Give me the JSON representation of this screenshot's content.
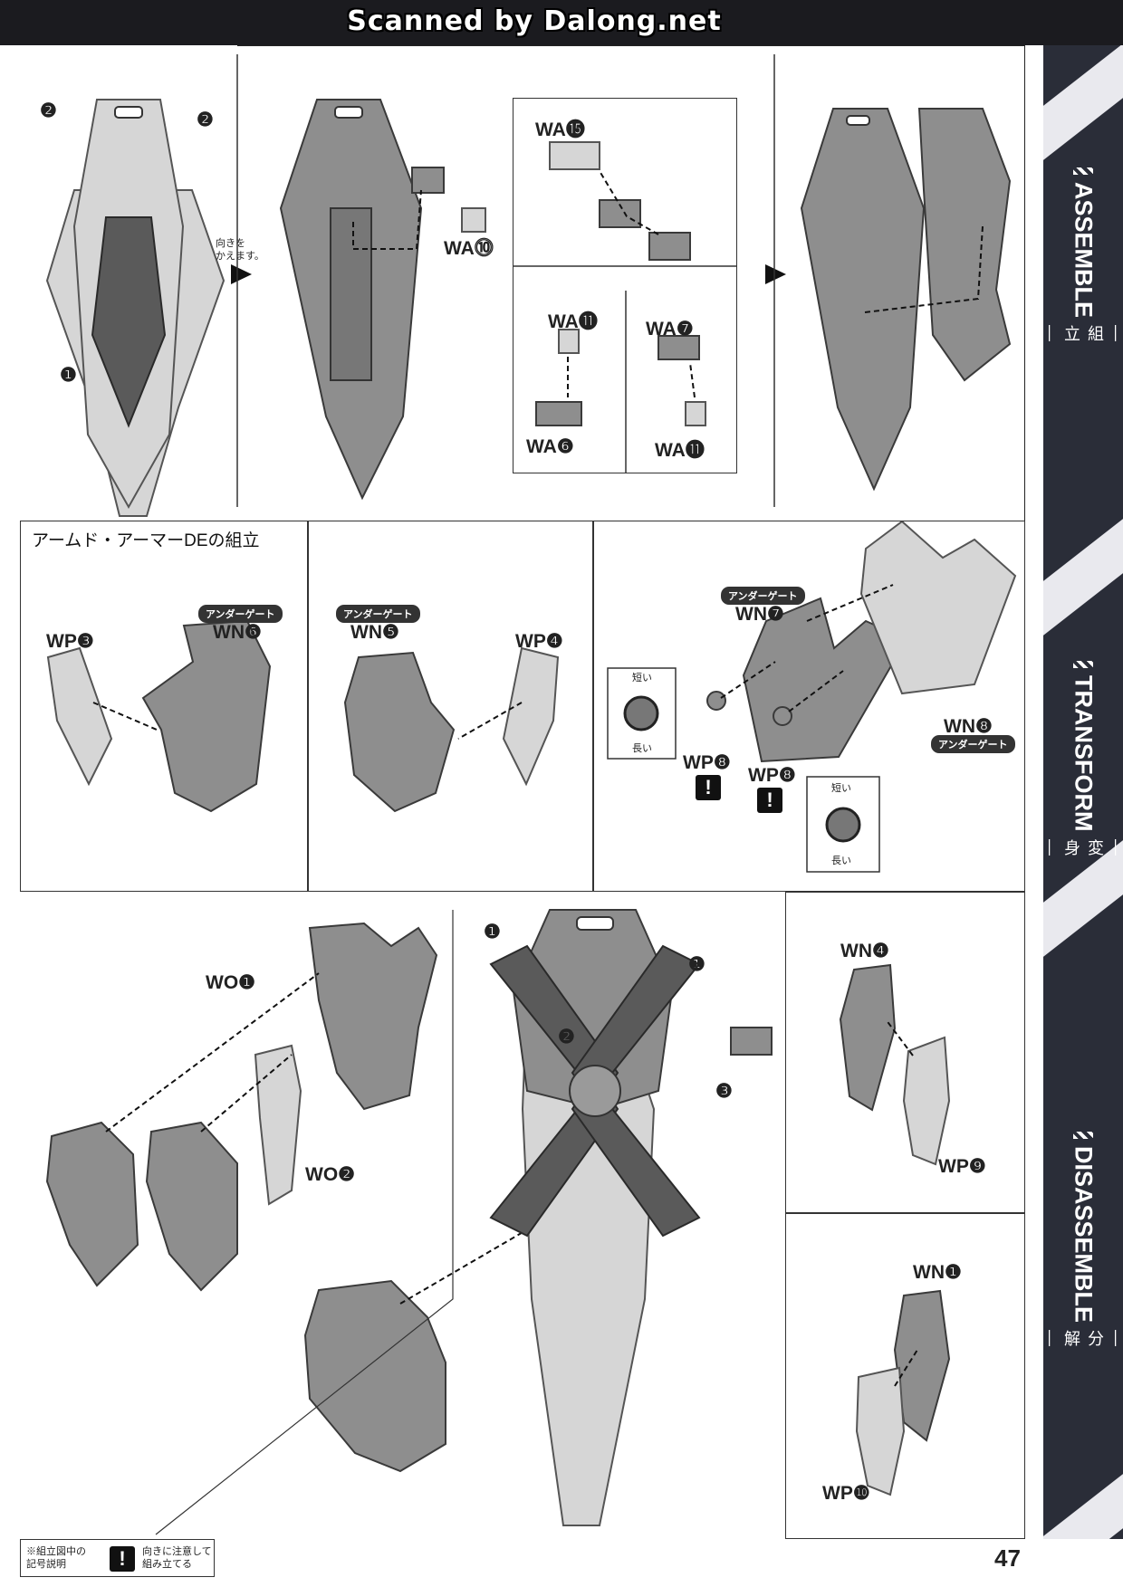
{
  "header": {
    "scan_credit": "Scanned by Dalong.net"
  },
  "sidebar": {
    "assemble": {
      "en": "ASSEMBLE",
      "jp": "— 組立 —"
    },
    "transform": {
      "en": "TRANSFORM",
      "jp": "— 変身 —"
    },
    "disassemble": {
      "en": "DISASSEMBLE",
      "jp": "— 分解 —"
    }
  },
  "step1": {
    "turn_note_1": "向きを",
    "turn_note_2": "かえます。",
    "parts": {
      "wa10": "WA⓾",
      "wa15": "WA⓯",
      "wa11a": "WA⓫",
      "wa6": "WA❻",
      "wa7": "WA❼",
      "wa11b": "WA⓫"
    },
    "markers": {
      "m2a": "❷",
      "m2b": "❷",
      "m1": "❶"
    }
  },
  "step2": {
    "title": "アームド・アーマーDEの組立",
    "tag_under_gate": "アンダーゲート",
    "parts": {
      "wp3": "WP❸",
      "wn6": "WN❻",
      "wn5": "WN❺",
      "wp4": "WP❹",
      "wn7": "WN❼",
      "wn8": "WN❽",
      "wp8a": "WP❽",
      "wp8b": "WP❽"
    },
    "short": "短い",
    "long": "長い",
    "warn": "!"
  },
  "step3": {
    "parts": {
      "wo1": "WO❶",
      "wo2": "WO❷",
      "wn4": "WN❹",
      "wp9": "WP❾",
      "wn1": "WN❶",
      "wp10": "WP❿"
    },
    "markers": {
      "m1a": "❶",
      "m1b": "❶",
      "m2": "❷",
      "m3": "❸"
    }
  },
  "footer": {
    "legend_1": "※組立図中の",
    "legend_2": "記号説明",
    "warn_symbol": "!",
    "warn_desc_1": "向きに注意して",
    "warn_desc_2": "組み立てる",
    "page_number": "47"
  }
}
